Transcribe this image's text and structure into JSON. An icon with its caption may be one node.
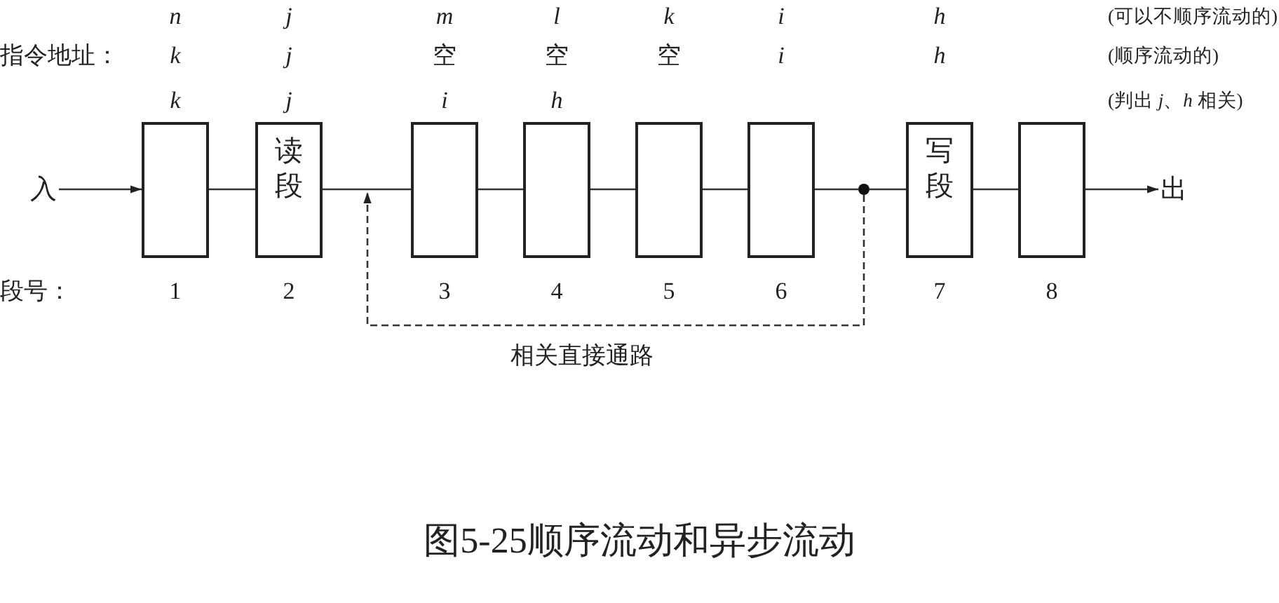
{
  "diagram": {
    "caption": "图5-25顺序流动和异步流动",
    "nodes": [
      {
        "text": [
          "入"
        ]
      },
      {
        "text": [],
        "shape": "box"
      },
      {
        "text": [
          "读段"
        ]
      },
      {
        "text": [],
        "shape": "box"
      },
      {
        "text": [],
        "shape": "box"
      },
      {
        "text": [],
        "shape": "box"
      },
      {
        "text": [],
        "shape": "box"
      },
      {
        "text": [],
        "shape": "circle"
      },
      {
        "text": [
          "写段"
        ]
      },
      {
        "text": [],
        "shape": "box"
      },
      {
        "text": [
          "出"
        ]
      }
    ],
    "edges": [
      {
        "from": 0,
        "to": 1,
        "arrow": "to"
      },
      {
        "from": 1,
        "to": 2,
        "arrow": "none"
      },
      {
        "from": 2,
        "to": 3,
        "arrow": "none"
      },
      {
        "from": 3,
        "to": 4,
        "arrow": "none"
      },
      {
        "from": 4,
        "to": 5,
        "arrow": "none"
      },
      {
        "from": 5,
        "to": 6,
        "arrow": "none"
      },
      {
        "from": 6,
        "to": 7,
        "arrow": "none"
      },
      {
        "from": 7,
        "to": 8,
        "arrow": "none"
      },
      {
        "from": 8,
        "to": 9,
        "arrow": "none"
      },
      {
        "from": 9,
        "to": 10,
        "arrow": "to"
      },
      {
        "from": 7,
        "to": null,
        "arrow": "to",
        "label": "相关直接通路",
        "style": "dashed"
      }
    ],
    "labels": [
      "n",
      "j",
      "m",
      "l",
      "k",
      "i",
      "h",
      "(可以不顺序流动的)",
      "指令地址：",
      "k",
      "j",
      "空",
      "空",
      "空",
      "i",
      "h",
      "(顺序流动的)",
      "k",
      "j",
      "i",
      "h",
      "(判出 *j*、*h* 相关)",
      "段号：",
      "1",
      "2",
      "3",
      "4",
      "5",
      "6",
      "7",
      "8"
    ]
  }
}
